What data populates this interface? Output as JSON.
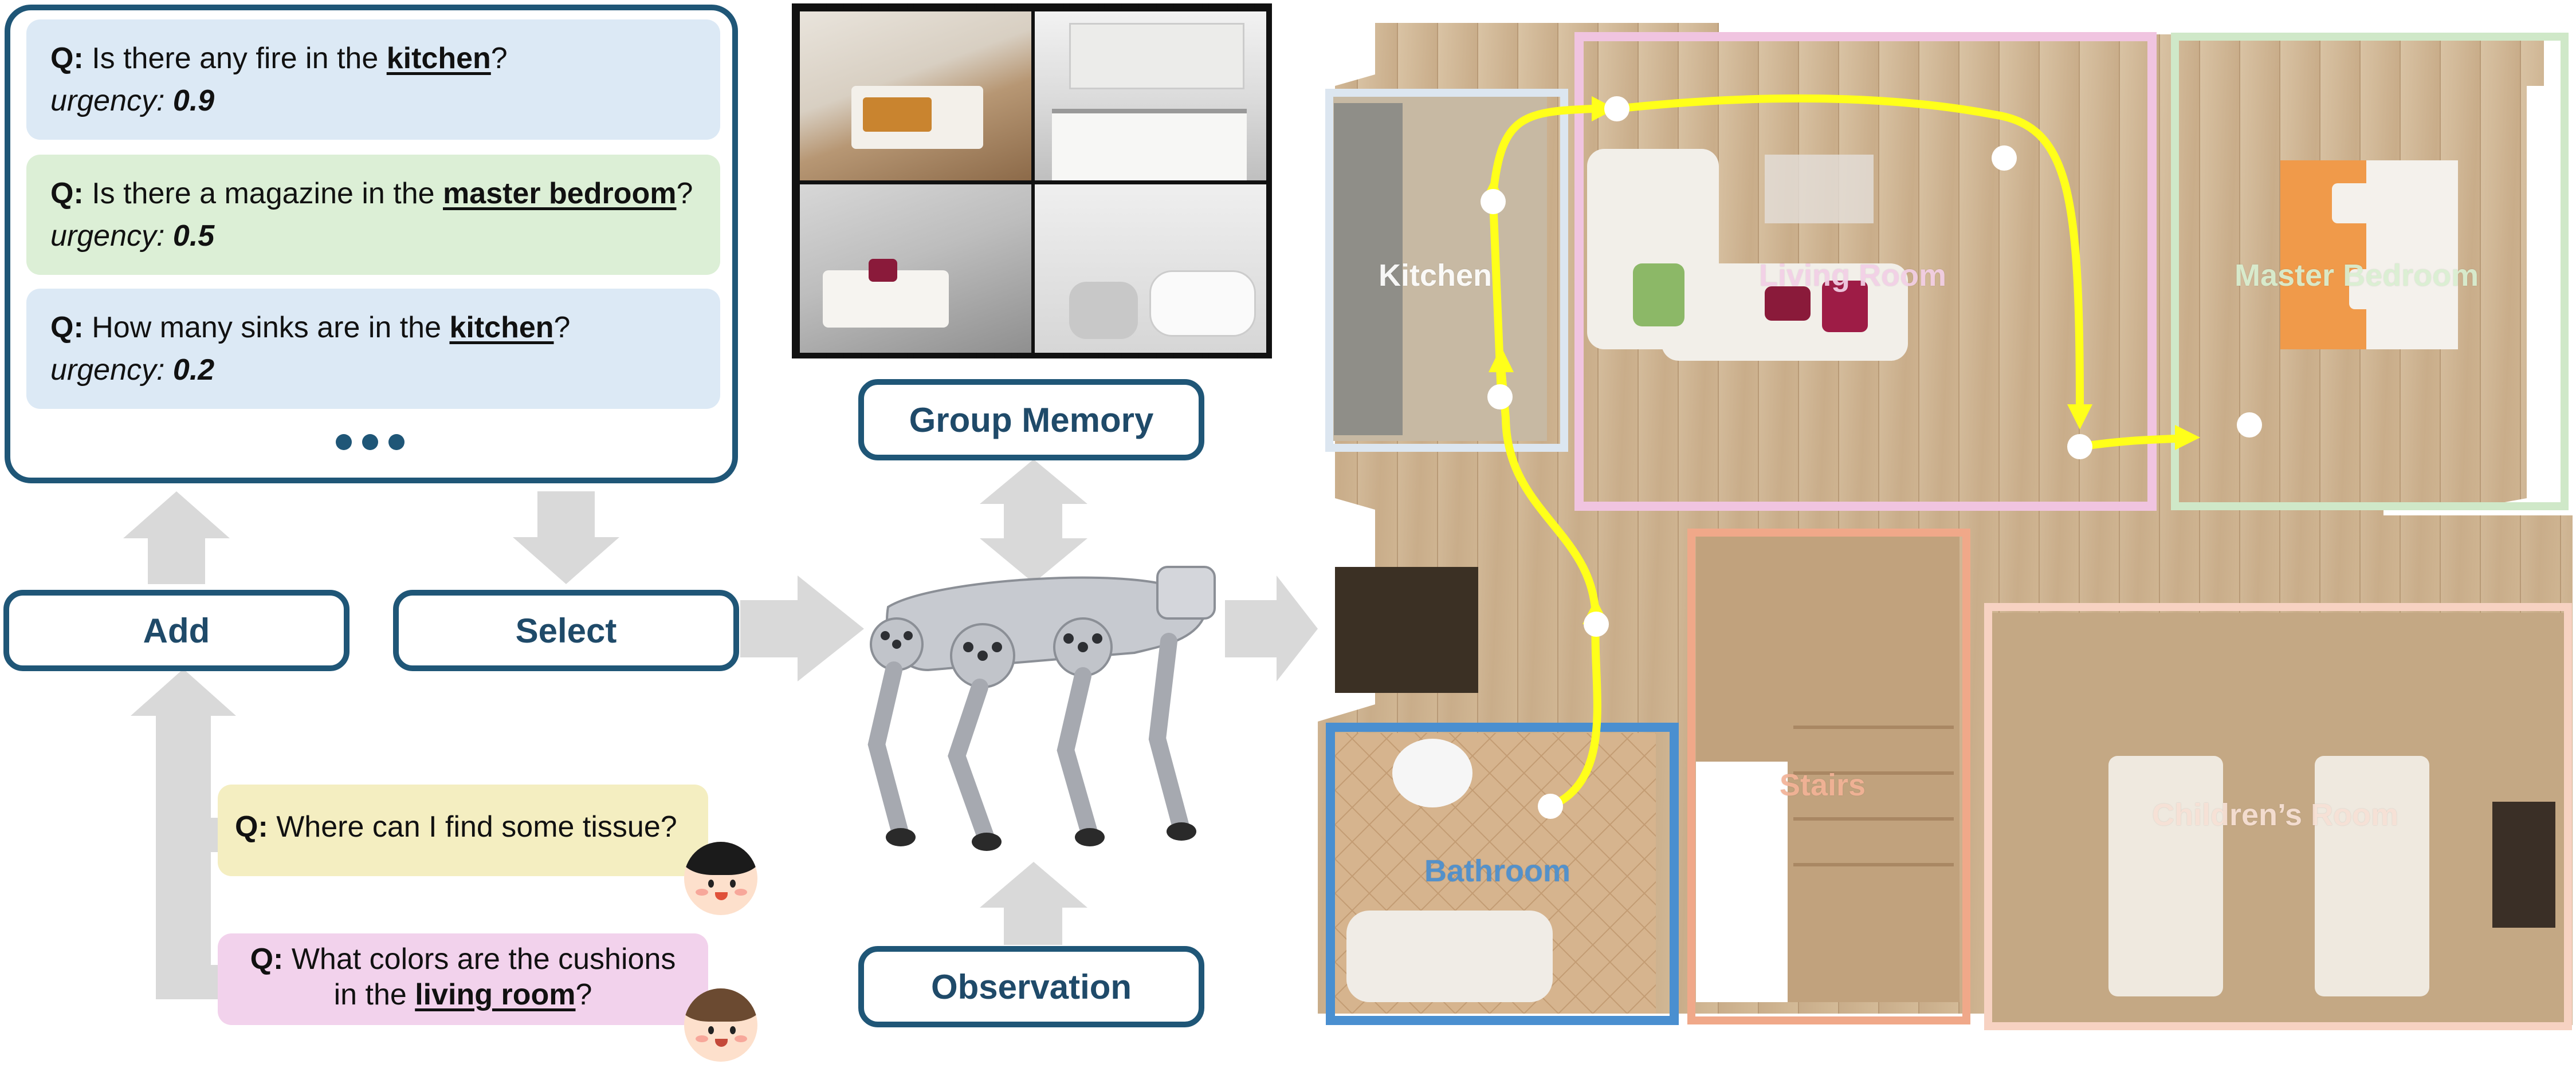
{
  "queue": {
    "items": [
      {
        "q_prefix": "Q:",
        "text_before": "Is there any fire in the ",
        "place": "kitchen",
        "text_after": "?",
        "urgency_label": "urgency:",
        "urgency": "0.9",
        "color": "#dce9f5"
      },
      {
        "q_prefix": "Q:",
        "text_before": "Is there a magazine in the ",
        "place": "master bedroom",
        "text_after": "?",
        "urgency_label": "urgency:",
        "urgency": "0.5",
        "color": "#dcefd6"
      },
      {
        "q_prefix": "Q:",
        "text_before": "How many sinks are in the ",
        "place": "kitchen",
        "text_after": "?",
        "urgency_label": "urgency:",
        "urgency": "0.2",
        "color": "#dce9f5"
      }
    ]
  },
  "buttons": {
    "add": "Add",
    "select": "Select",
    "group_memory": "Group Memory",
    "observation": "Observation"
  },
  "incoming": [
    {
      "q_prefix": "Q:",
      "text": "Where can I find some tissue?",
      "color": "#f4eec1"
    },
    {
      "q_prefix": "Q:",
      "text_line1": "What colors are the cushions",
      "text_before2": "in the ",
      "place": "living room",
      "text_after": "?",
      "color": "#f2d2ec"
    }
  ],
  "rooms": [
    {
      "label": "Kitchen",
      "border": "#dce6f0"
    },
    {
      "label": "Living Room",
      "border": "#f0c4e0"
    },
    {
      "label": "Master Bedroom",
      "border": "#cfe8c8"
    },
    {
      "label": "Bathroom",
      "border": "#4a8fd0"
    },
    {
      "label": "Stairs",
      "border": "#f0a889"
    },
    {
      "label": "Children’s Room",
      "border": "#f7d2c2"
    }
  ],
  "colors": {
    "accent": "#1f5677",
    "arrow": "#d9d9d9",
    "path": "#ffff1a"
  }
}
